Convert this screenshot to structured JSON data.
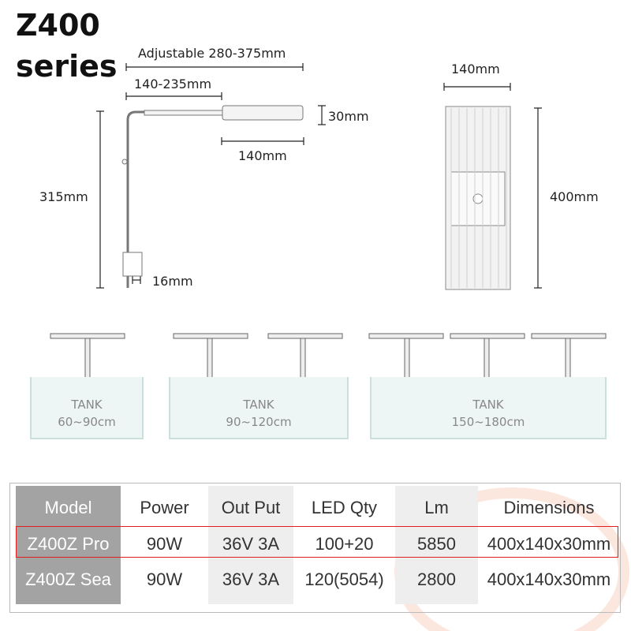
{
  "title": {
    "line1": "Z400",
    "line2": "series"
  },
  "dimensions": {
    "adjustable": "Adjustable 280-375mm",
    "arm": "140-235mm",
    "height": "30mm",
    "width_side": "140mm",
    "total_height": "315mm",
    "clamp": "16mm",
    "width_top": "140mm",
    "length": "400mm"
  },
  "tanks": [
    {
      "label": "TANK",
      "size": "60~90cm"
    },
    {
      "label": "TANK",
      "size": "90~120cm"
    },
    {
      "label": "TANK",
      "size": "150~180cm"
    }
  ],
  "table": {
    "headers": [
      "Model",
      "Power",
      "Out Put",
      "LED Qty",
      "Lm",
      "Dimensions"
    ],
    "rows": [
      [
        "Z400Z Pro",
        "90W",
        "36V 3A",
        "100+20",
        "5850",
        "400x140x30mm"
      ],
      [
        "Z400Z Sea",
        "90W",
        "36V 3A",
        "120(5054)",
        "2800",
        "400x140x30mm"
      ]
    ],
    "highlight_color": "#e02020"
  }
}
